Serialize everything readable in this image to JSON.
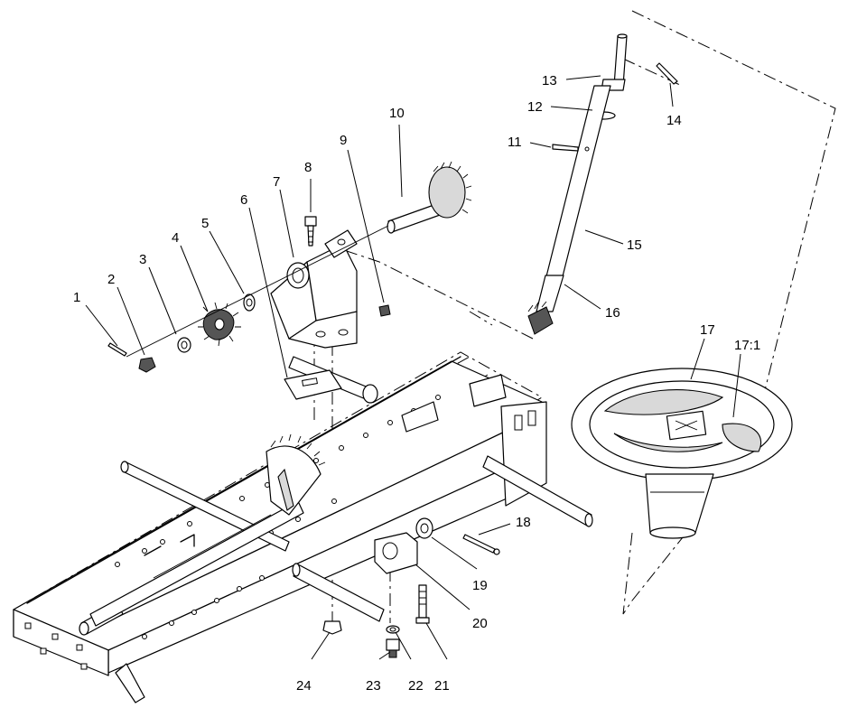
{
  "diagram": {
    "callouts": [
      {
        "id": "1",
        "text": "1"
      },
      {
        "id": "2",
        "text": "2"
      },
      {
        "id": "3",
        "text": "3"
      },
      {
        "id": "4",
        "text": "4"
      },
      {
        "id": "5",
        "text": "5"
      },
      {
        "id": "6",
        "text": "6"
      },
      {
        "id": "7",
        "text": "7"
      },
      {
        "id": "8",
        "text": "8"
      },
      {
        "id": "9",
        "text": "9"
      },
      {
        "id": "10",
        "text": "10"
      },
      {
        "id": "11",
        "text": "11"
      },
      {
        "id": "12",
        "text": "12"
      },
      {
        "id": "13",
        "text": "13"
      },
      {
        "id": "14",
        "text": "14"
      },
      {
        "id": "15",
        "text": "15"
      },
      {
        "id": "16",
        "text": "16"
      },
      {
        "id": "17",
        "text": "17"
      },
      {
        "id": "17:1",
        "text": "17:1"
      },
      {
        "id": "18",
        "text": "18"
      },
      {
        "id": "19",
        "text": "19"
      },
      {
        "id": "20",
        "text": "20"
      },
      {
        "id": "21",
        "text": "21"
      },
      {
        "id": "22",
        "text": "22"
      },
      {
        "id": "23",
        "text": "23"
      },
      {
        "id": "24",
        "text": "24"
      }
    ]
  }
}
